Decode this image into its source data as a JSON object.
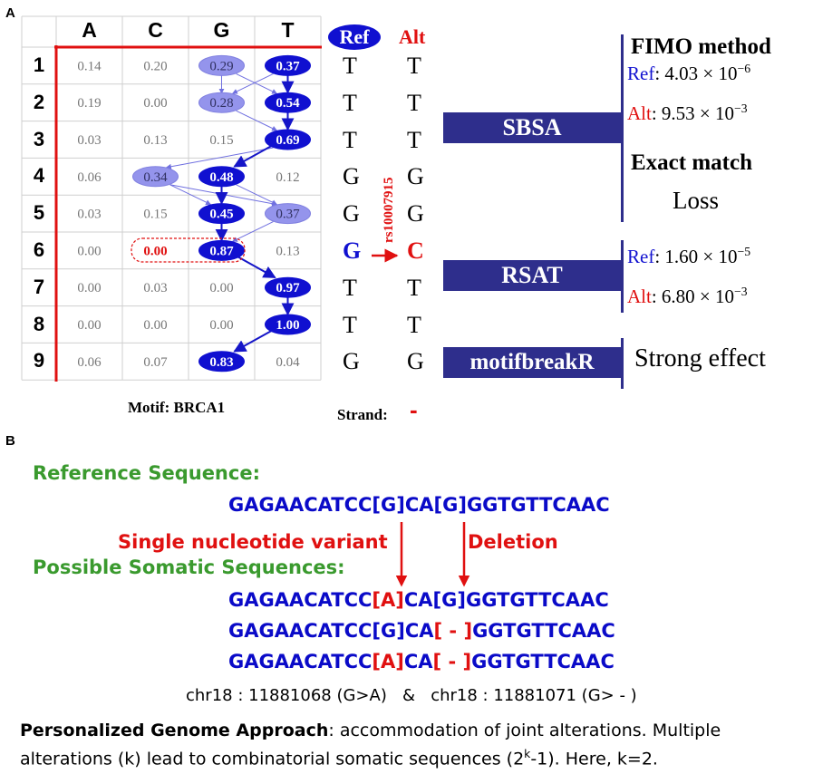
{
  "panel_a": {
    "letter": "A",
    "columns": [
      "A",
      "C",
      "G",
      "T"
    ],
    "rows": [
      {
        "num": "1",
        "values": [
          "0.14",
          "0.20",
          "0.29",
          "0.37"
        ],
        "ref": "T",
        "alt": "T"
      },
      {
        "num": "2",
        "values": [
          "0.19",
          "0.00",
          "0.28",
          "0.54"
        ],
        "ref": "T",
        "alt": "T"
      },
      {
        "num": "3",
        "values": [
          "0.03",
          "0.13",
          "0.15",
          "0.69"
        ],
        "ref": "T",
        "alt": "T"
      },
      {
        "num": "4",
        "values": [
          "0.06",
          "0.34",
          "0.48",
          "0.12"
        ],
        "ref": "G",
        "alt": "G"
      },
      {
        "num": "5",
        "values": [
          "0.03",
          "0.15",
          "0.45",
          "0.37"
        ],
        "ref": "G",
        "alt": "G"
      },
      {
        "num": "6",
        "values": [
          "0.00",
          "0.00",
          "0.87",
          "0.13"
        ],
        "ref": "G",
        "alt": "C"
      },
      {
        "num": "7",
        "values": [
          "0.00",
          "0.03",
          "0.00",
          "0.97"
        ],
        "ref": "T",
        "alt": "T"
      },
      {
        "num": "8",
        "values": [
          "0.00",
          "0.00",
          "0.00",
          "1.00"
        ],
        "ref": "T",
        "alt": "T"
      },
      {
        "num": "9",
        "values": [
          "0.06",
          "0.07",
          "0.83",
          "0.04"
        ],
        "ref": "G",
        "alt": "G"
      }
    ],
    "ref_label": "Ref",
    "alt_label": "Alt",
    "snp_id": "rs10007915",
    "motif_label": "Motif: BRCA1",
    "strand_label": "Strand:",
    "strand_value": "-",
    "tools": {
      "sbsa": "SBSA",
      "rsat": "RSAT",
      "motifbreakr": "motifbreakR"
    },
    "fimo": {
      "title": "FIMO method",
      "ref_label": "Ref",
      "ref_value": ": 4.03 × 10",
      "ref_exp": "−6",
      "alt_label": "Alt",
      "alt_value": ":  9.53 × 10",
      "alt_exp": "−3"
    },
    "exact": {
      "title": "Exact match",
      "value": "Loss"
    },
    "rsat_result": {
      "ref_label": "Ref",
      "ref_value": ": 1.60 × 10",
      "ref_exp": "−5",
      "alt_label": "Alt",
      "alt_value": ":  6.80 × 10",
      "alt_exp": "−3"
    },
    "motifbreakr_result": "Strong effect"
  },
  "panel_b": {
    "letter": "B",
    "ref_title": "Reference Sequence:",
    "ref_seq": {
      "p1": "GAGAACATCC[G]CA[G]GGTGTTCAAC"
    },
    "snv_label": "Single nucleotide variant",
    "del_label": "Deletion",
    "somatic_title": "Possible Somatic Sequences:",
    "seq1": {
      "a": "GAGAACATCC",
      "b": "[A]",
      "c": "CA[G]GGTGTTCAAC"
    },
    "seq2": {
      "a": "GAGAACATCC[G]CA",
      "b": "[ - ]",
      "c": "GGTGTTCAAC"
    },
    "seq3": {
      "a": "GAGAACATCC",
      "b": "[A]",
      "c": "CA",
      "d": "[ - ]",
      "e": "GGTGTTCAAC"
    },
    "coords": "chr18 : 11881068 (G>A)   &   chr18 : 11881071 (G> - )",
    "desc_bold": "Personalized Genome Approach",
    "desc_line1": ": accommodation of joint alterations. Multiple",
    "desc_line2a": "alterations (k) lead to combinatorial somatic sequences (2",
    "desc_sup": "k",
    "desc_line2b": "-1). Here, k=2."
  }
}
